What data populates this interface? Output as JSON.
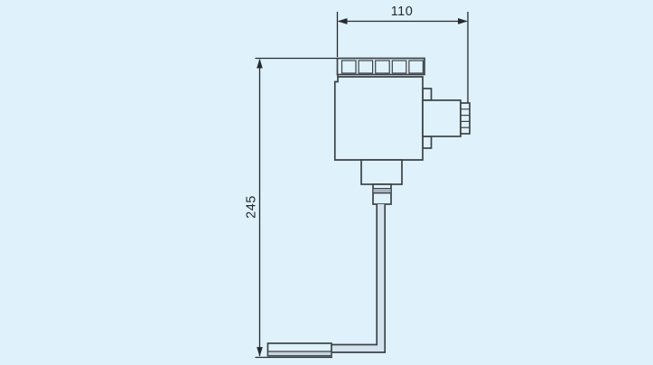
{
  "drawing": {
    "type": "technical-dimension-drawing",
    "device": "capillary-thermostat-with-probe",
    "dimensions": {
      "width": {
        "label": "110"
      },
      "height": {
        "label": "245"
      }
    },
    "colors": {
      "background": "#dff1fa",
      "outline": "#3c4247",
      "dimension": "#262b30",
      "shading": "#a7b3bb",
      "shading_light": "#c6d4dd",
      "tube": "#d4e3ed"
    }
  }
}
